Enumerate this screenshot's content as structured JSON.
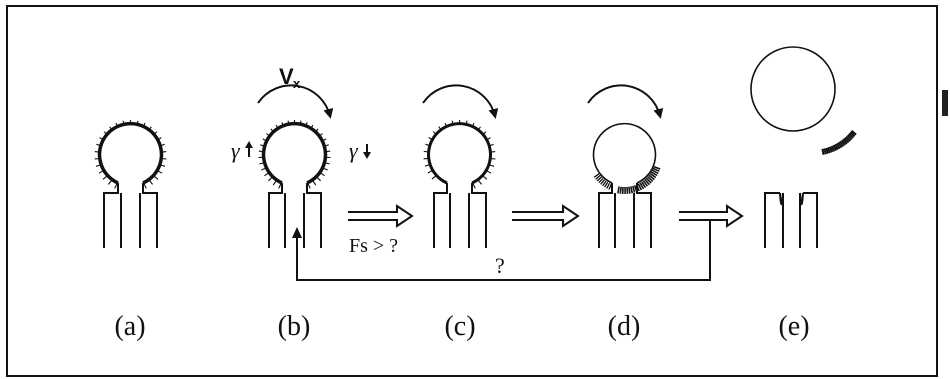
{
  "figure": {
    "panel_labels": [
      "(a)",
      "(b)",
      "(c)",
      "(d)",
      "(e)"
    ],
    "symbols": {
      "velocity": "V",
      "velocity_subscript": "x",
      "gamma_left": "γ",
      "gamma_right": "γ",
      "force_condition": "Fs > ?",
      "return_question": "?"
    }
  }
}
